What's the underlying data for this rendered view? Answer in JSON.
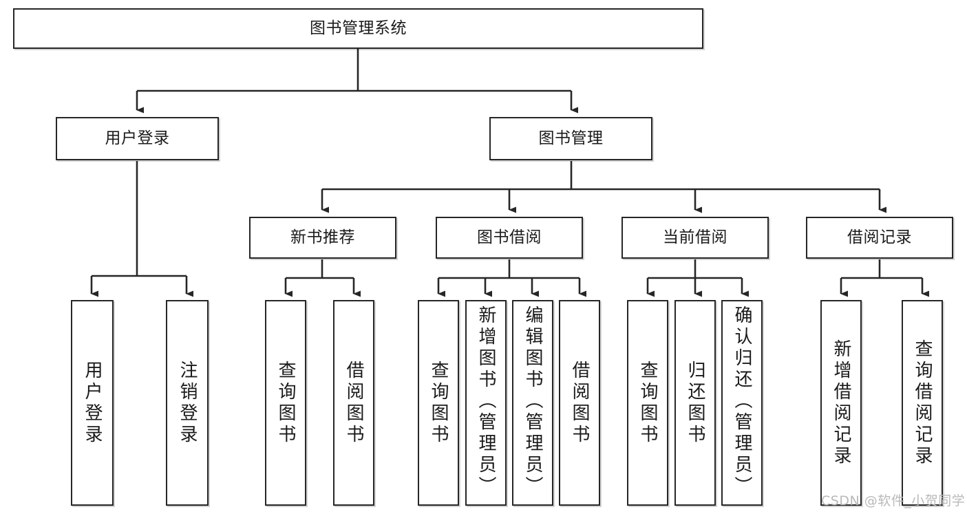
{
  "diagram": {
    "type": "tree-hierarchy",
    "title": "图书管理系统",
    "watermark": "CSDN @软件_小贺同学",
    "colors": {
      "box_border": "#262626",
      "box_fill": "#ffffff",
      "connector": "#262626",
      "text": "#1a1a1a",
      "watermark": "#b9b9b9",
      "background": "#ffffff"
    },
    "levels": {
      "root": {
        "label": "图书管理系统"
      },
      "level2": [
        {
          "label": "用户登录"
        },
        {
          "label": "图书管理"
        }
      ],
      "level3": [
        {
          "label": "新书推荐",
          "parent": "图书管理"
        },
        {
          "label": "图书借阅",
          "parent": "图书管理"
        },
        {
          "label": "当前借阅",
          "parent": "图书管理"
        },
        {
          "label": "借阅记录",
          "parent": "图书管理"
        }
      ],
      "leaves": [
        {
          "label": "用户登录",
          "parent": "用户登录"
        },
        {
          "label": "注销登录",
          "parent": "用户登录"
        },
        {
          "label": "查询图书",
          "parent": "新书推荐"
        },
        {
          "label": "借阅图书",
          "parent": "新书推荐"
        },
        {
          "label": "查询图书",
          "parent": "图书借阅"
        },
        {
          "label": "新增图书（管理员）",
          "parent": "图书借阅"
        },
        {
          "label": "编辑图书（管理员）",
          "parent": "图书借阅"
        },
        {
          "label": "借阅图书",
          "parent": "图书借阅"
        },
        {
          "label": "查询图书",
          "parent": "当前借阅"
        },
        {
          "label": "归还图书",
          "parent": "当前借阅"
        },
        {
          "label": "确认归还（管理员）",
          "parent": "当前借阅"
        },
        {
          "label": "新增借阅记录",
          "parent": "借阅记录"
        },
        {
          "label": "查询借阅记录",
          "parent": "借阅记录"
        }
      ]
    }
  }
}
